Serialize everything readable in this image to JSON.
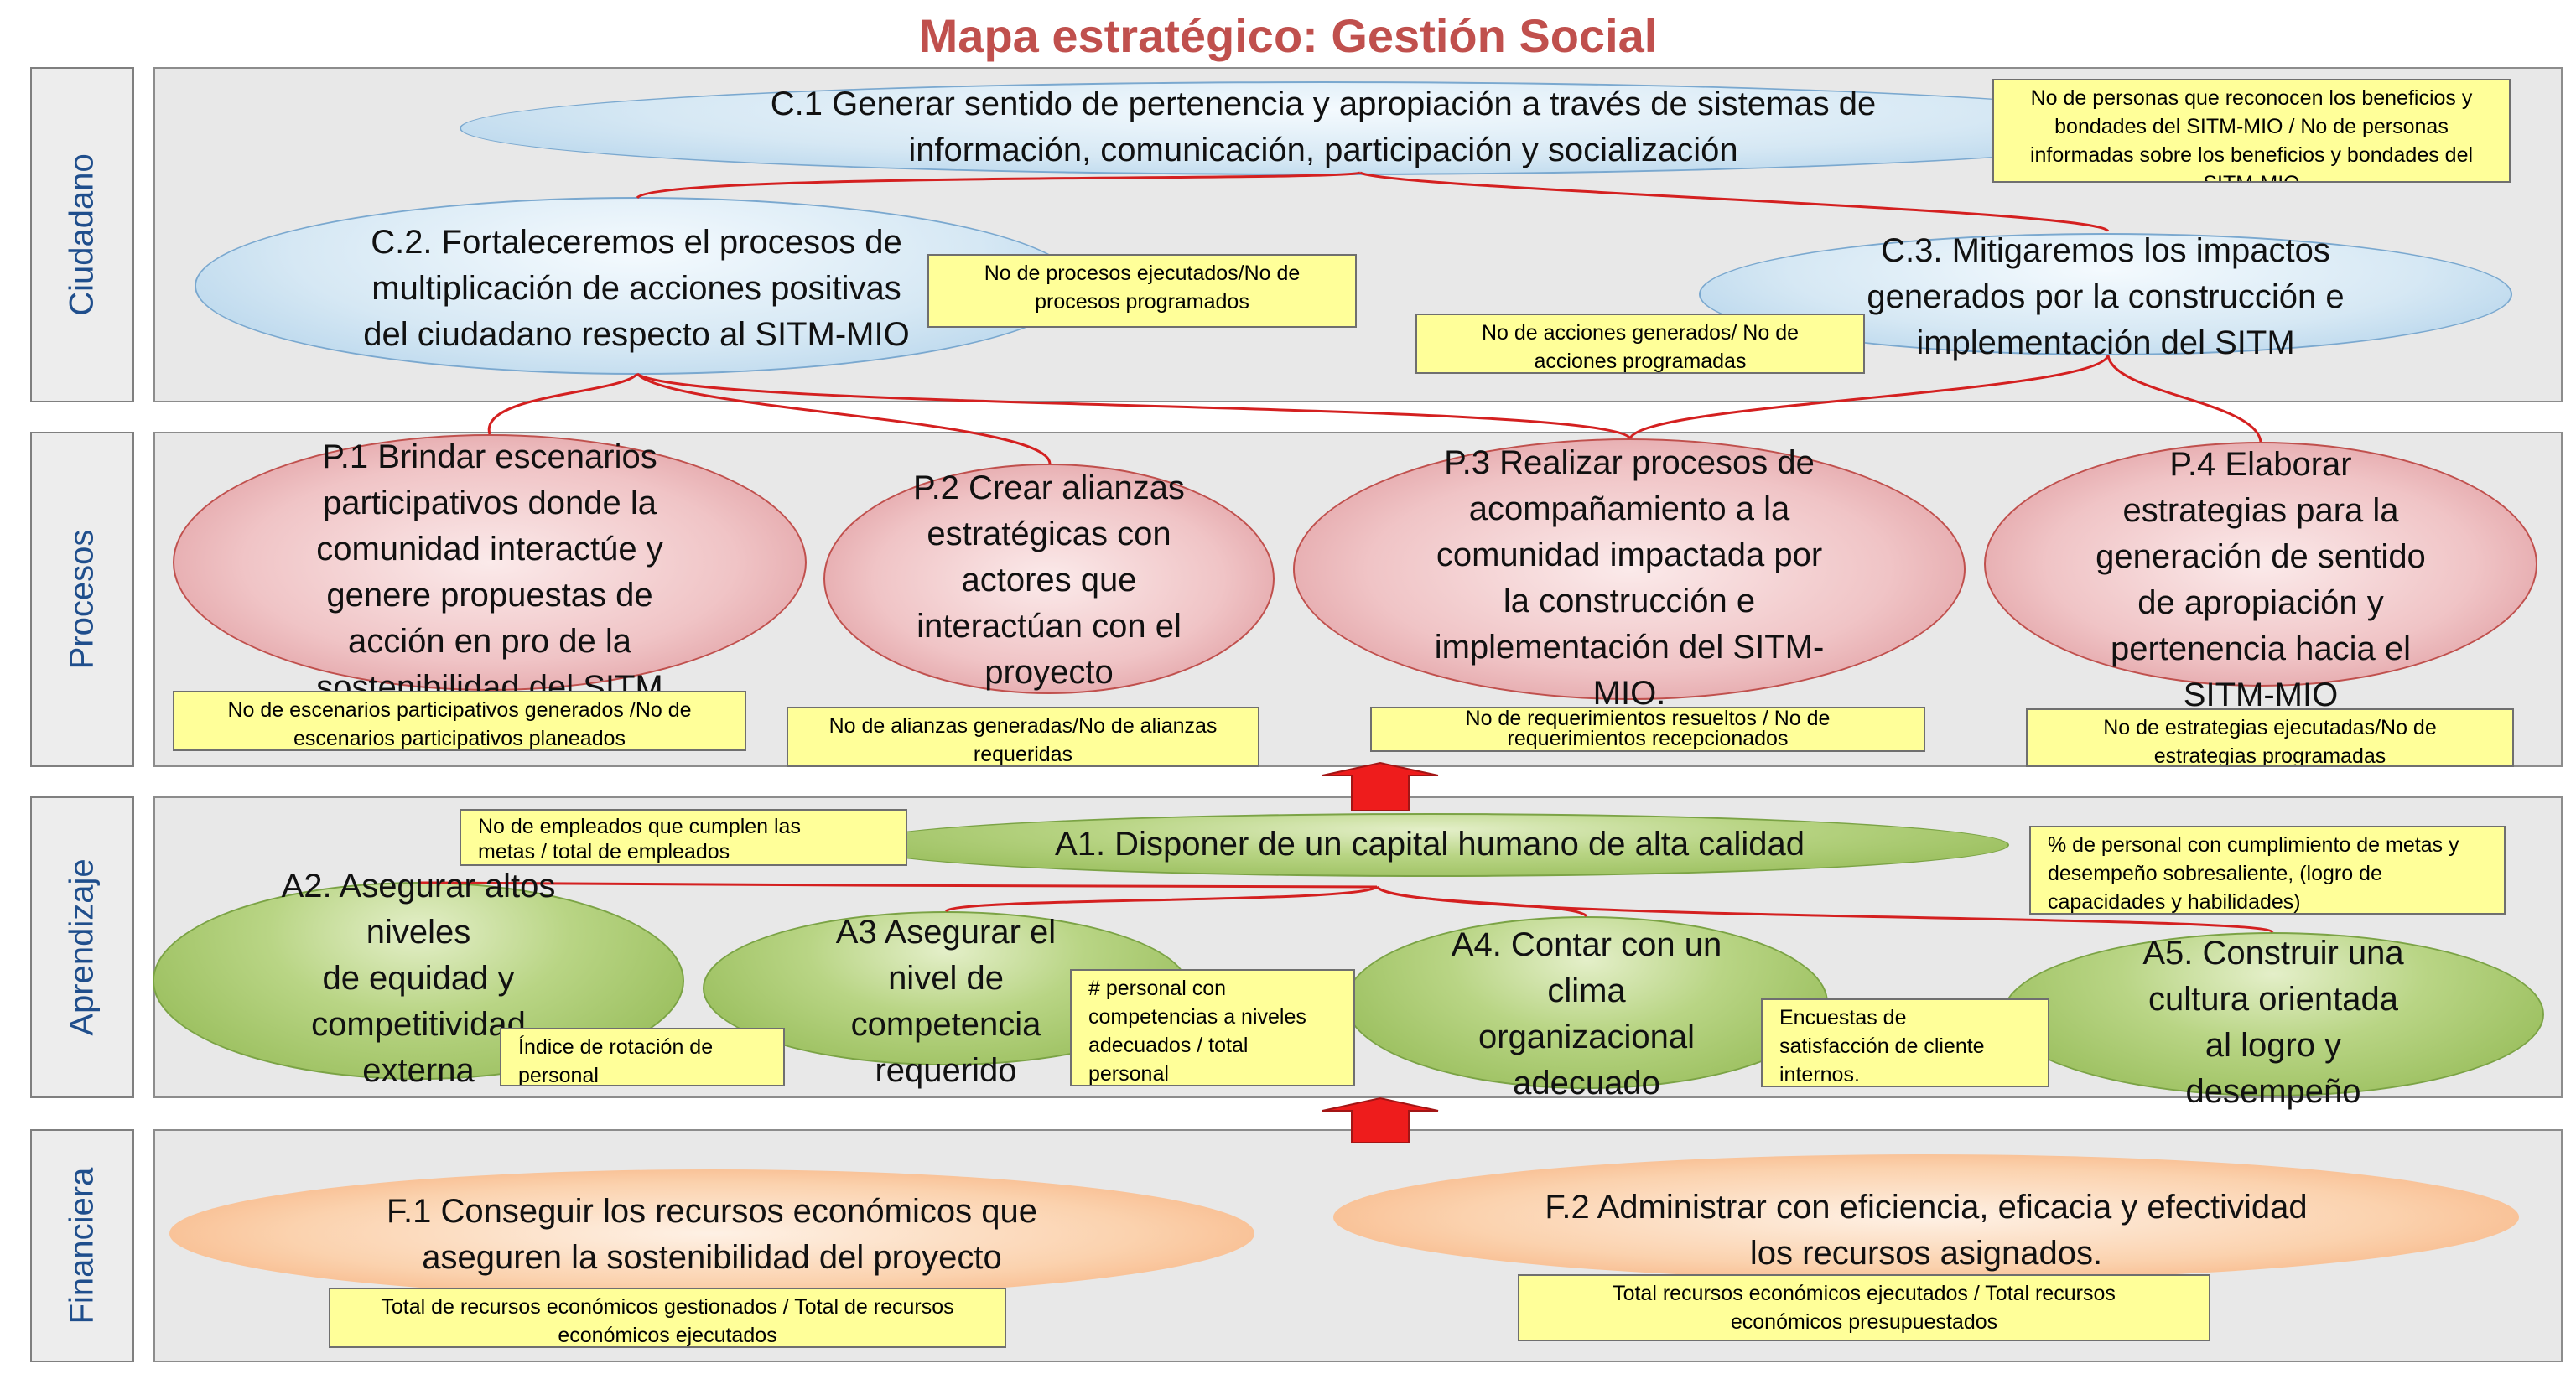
{
  "title": "Mapa estratégico: Gestión Social",
  "colors": {
    "title": "#c0504d",
    "perspective_label": "#1f4e8c",
    "connector": "#d42020",
    "arrow": "#ee1c1c",
    "indicator_fill": "#ffff99"
  },
  "perspectives": [
    {
      "label": "Ciudadano"
    },
    {
      "label": "Procesos"
    },
    {
      "label": "Aprendizaje"
    },
    {
      "label": "Financiera"
    }
  ],
  "objectives": {
    "c1": {
      "lines": [
        "C.1 Generar  sentido de pertenencia y apropiación a través de sistemas de",
        "información, comunicación, participación y socialización"
      ]
    },
    "c2": {
      "lines": [
        "C.2. Fortaleceremos el procesos de",
        "multiplicación de acciones positivas",
        "del ciudadano respecto al SITM-MIO"
      ]
    },
    "c3": {
      "lines": [
        "C.3. Mitigaremos los impactos",
        "generados por la construcción e",
        "implementación del SITM"
      ]
    },
    "p1": {
      "lines": [
        "P.1 Brindar escenarios",
        "participativos donde la",
        "comunidad interactúe y",
        "genere propuestas de",
        "acción en pro de la",
        "sostenibilidad del SITM"
      ]
    },
    "p2": {
      "lines": [
        "P.2 Crear alianzas",
        "estratégicas con",
        "actores que",
        "interactúan  con el",
        "proyecto"
      ]
    },
    "p3": {
      "lines": [
        "P.3 Realizar  procesos de",
        "acompañamiento a la",
        "comunidad impactada por",
        "la construcción e",
        "implementación del   SITM-",
        "MIO."
      ]
    },
    "p4": {
      "lines": [
        "P.4 Elaborar",
        "estrategias para la",
        "generación de sentido",
        "de apropiación y",
        "pertenencia  hacia el",
        "SITM-MIO"
      ]
    },
    "a1": {
      "lines": [
        "A1. Disponer de un capital humano de alta calidad"
      ]
    },
    "a2": {
      "lines": [
        "A2. Asegurar altos",
        "niveles",
        "de equidad y",
        "competitividad",
        "externa"
      ]
    },
    "a3": {
      "lines": [
        "A3 Asegurar el",
        "nivel de",
        "competencia",
        "requerido"
      ]
    },
    "a4": {
      "lines": [
        "A4. Contar con un",
        "clima",
        "organizacional",
        "adecuado"
      ]
    },
    "a5": {
      "lines": [
        "A5. Construir una",
        "cultura orientada",
        "al logro y",
        "desempeño"
      ]
    },
    "f1": {
      "lines": [
        "F.1 Conseguir los recursos económicos que",
        "aseguren la sostenibilidad del proyecto"
      ]
    },
    "f2": {
      "lines": [
        "F.2 Administrar con eficiencia, eficacia y efectividad",
        "los recursos asignados."
      ]
    }
  },
  "indicators": {
    "c1": {
      "lines": [
        "No de personas que reconocen los beneficios y",
        "bondades del SITM-MIO / No de personas",
        "informadas sobre los beneficios y bondades del",
        "SITM-MIO"
      ]
    },
    "c2": {
      "lines": [
        "No de procesos ejecutados/No de",
        "procesos programados"
      ]
    },
    "c3": {
      "lines": [
        "No de acciones generados/ No de",
        "acciones programadas"
      ]
    },
    "p1": {
      "lines": [
        "No de escenarios participativos generados /No de",
        "escenarios participativos planeados"
      ]
    },
    "p2": {
      "lines": [
        "No de alianzas generadas/No de alianzas",
        "requeridas"
      ]
    },
    "p3": {
      "lines": [
        "No de requerimientos resueltos / No de",
        "requerimientos recepcionados"
      ]
    },
    "p4": {
      "lines": [
        "No de estrategias ejecutadas/No de",
        "estrategias programadas"
      ]
    },
    "a1": {
      "lines": [
        "No de empleados que cumplen las",
        "metas / total de empleados"
      ]
    },
    "a2": {
      "lines": [
        "Índice de rotación de",
        "personal"
      ]
    },
    "a3": {
      "lines": [
        "#  personal con",
        "competencias a niveles",
        "adecuados  / total",
        "personal"
      ]
    },
    "a4": {
      "lines": [
        "Encuestas de",
        "satisfacción de cliente",
        "internos."
      ]
    },
    "a5": {
      "lines": [
        "% de personal con cumplimiento de metas y",
        "desempeño sobresaliente, (logro de",
        "capacidades y habilidades)"
      ]
    },
    "f1": {
      "lines": [
        "Total de recursos económicos gestionados / Total  de recursos",
        "económicos ejecutados"
      ]
    },
    "f2": {
      "lines": [
        "Total recursos económicos ejecutados / Total recursos",
        "económicos presupuestados"
      ]
    }
  }
}
